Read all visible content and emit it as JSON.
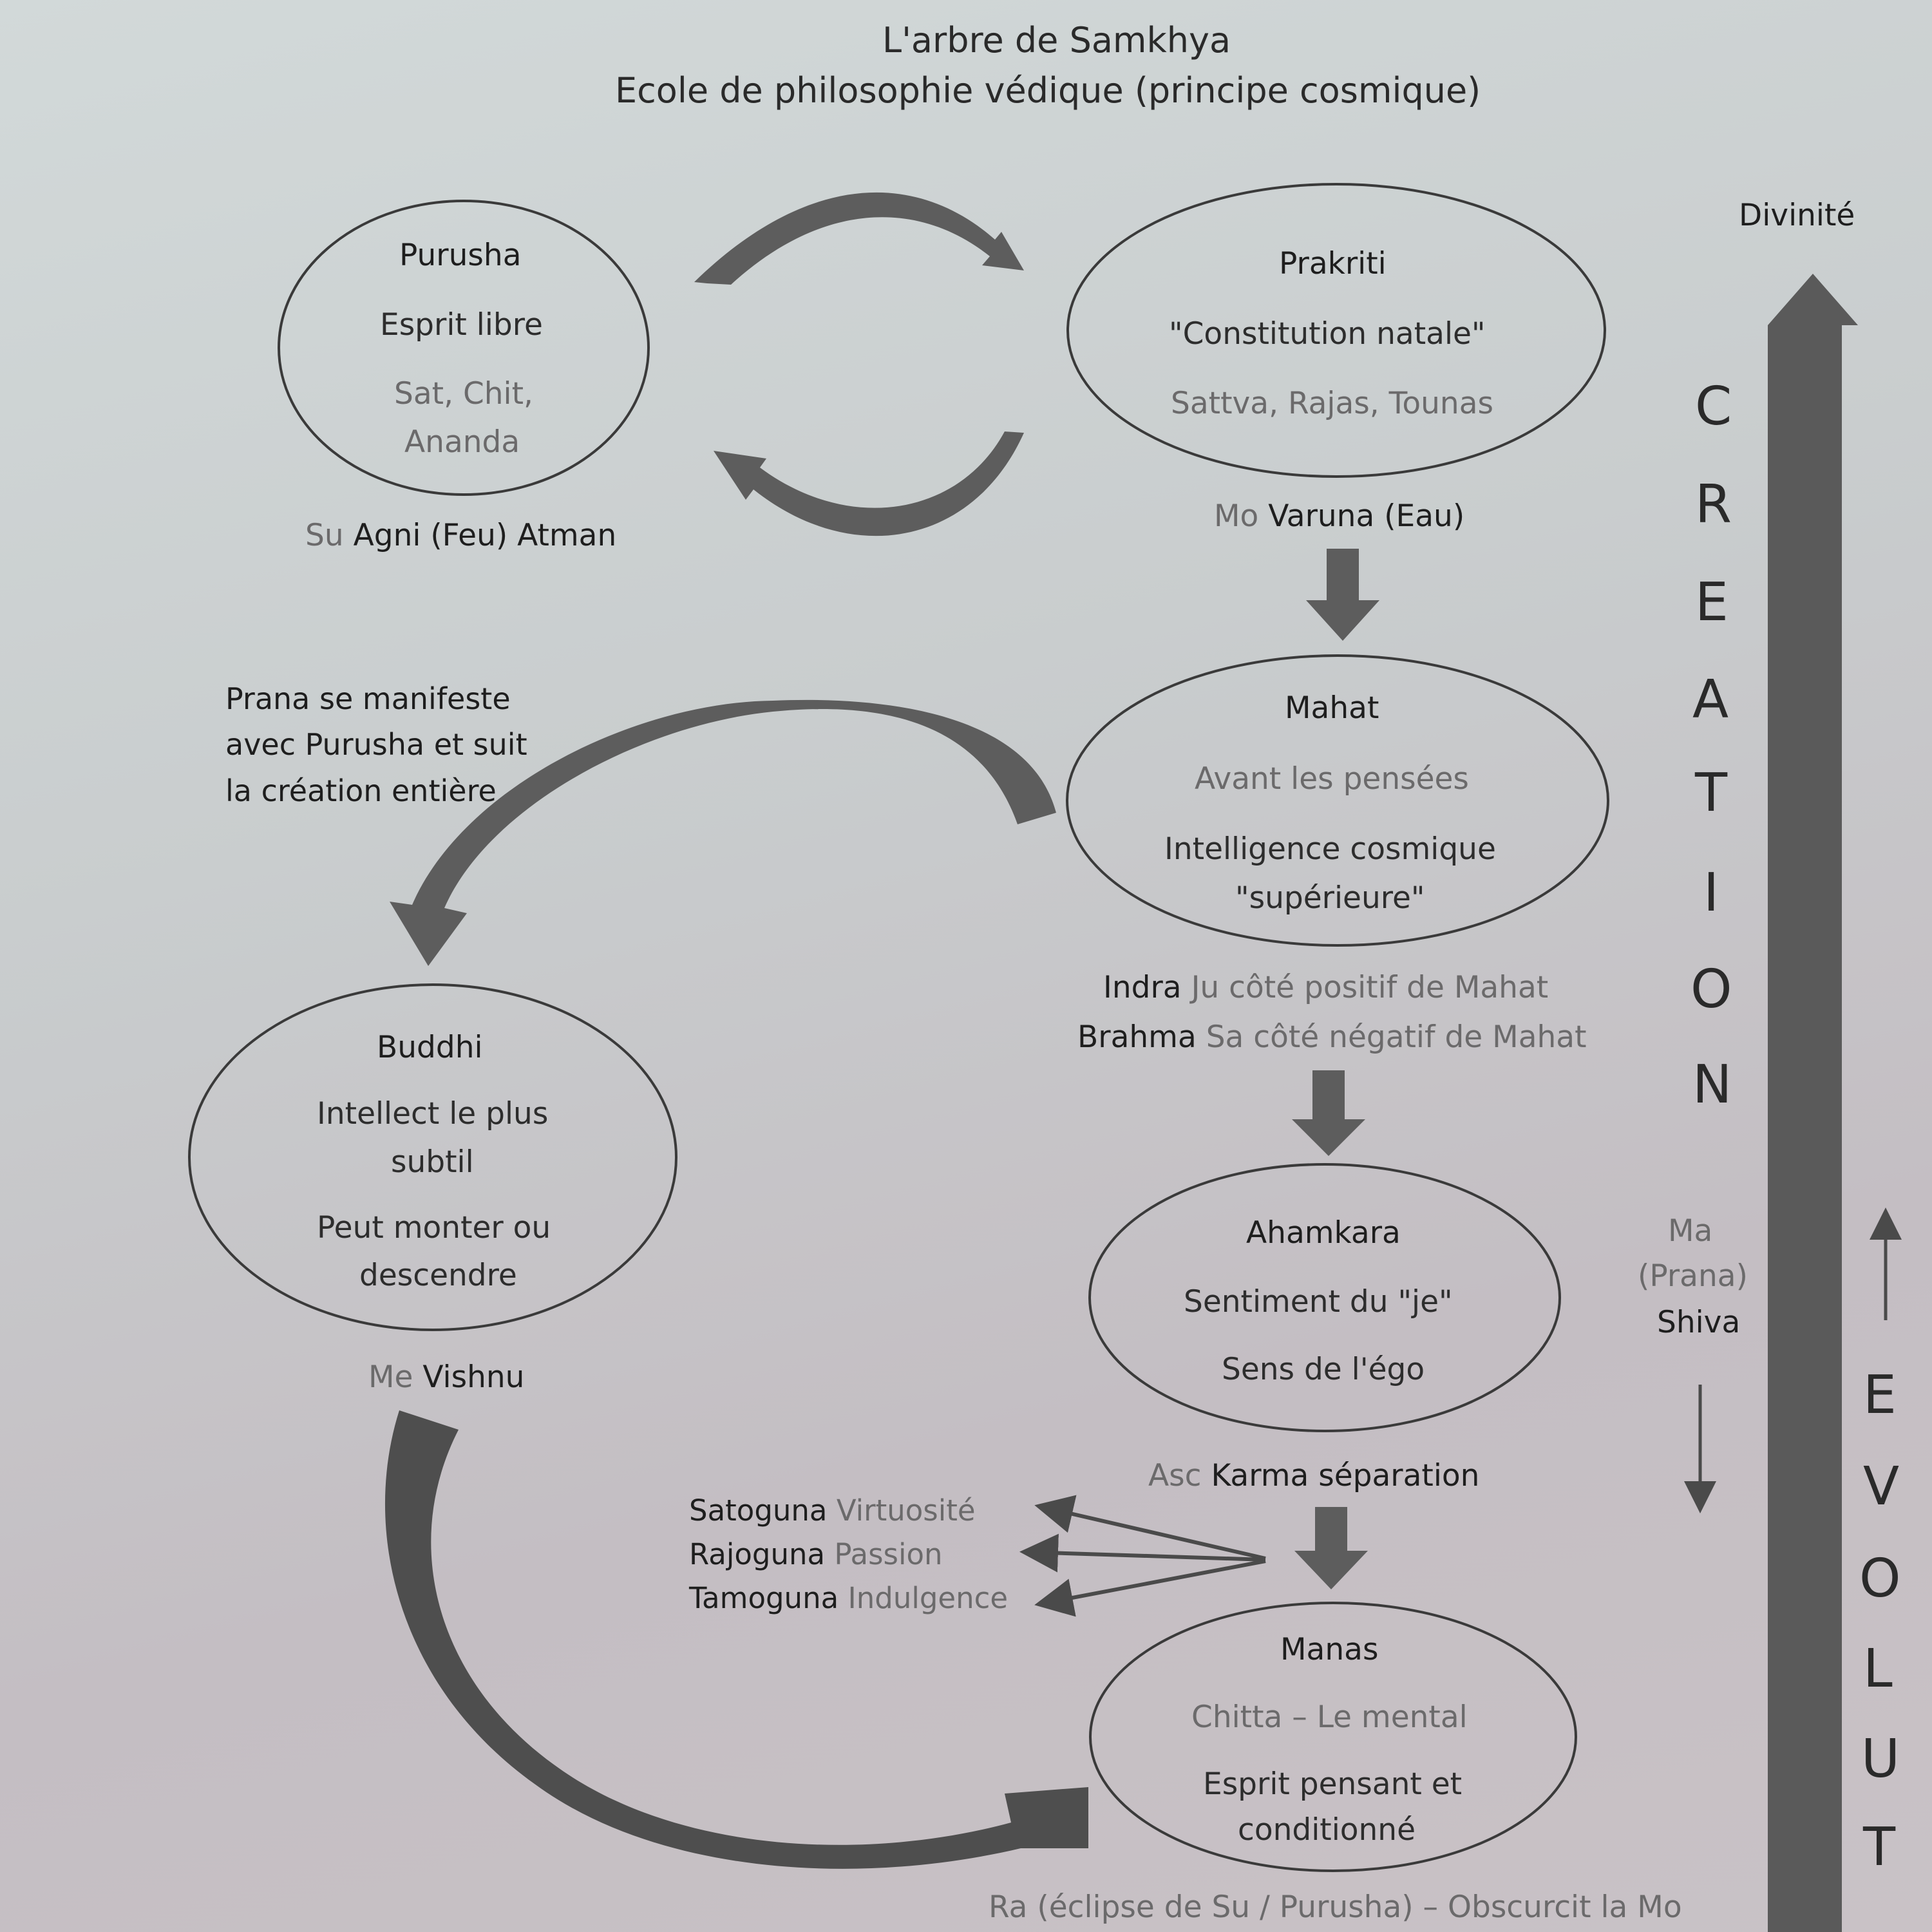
{
  "title": {
    "line1": "L'arbre de Samkhya",
    "line2": "Ecole de philosophie védique (principe cosmique)"
  },
  "nodes": {
    "purusha": {
      "name": "Purusha",
      "line1": "Esprit libre",
      "line2a": "Sat, Chit,",
      "line2b": "Ananda"
    },
    "prakriti": {
      "name": "Prakriti",
      "line1": "\"Constitution natale\"",
      "line2": "Sattva, Rajas, Tounas"
    },
    "mahat": {
      "name": "Mahat",
      "line1": "Avant les pensées",
      "line2a": "Intelligence cosmique",
      "line2b": "\"supérieure\""
    },
    "buddhi": {
      "name": "Buddhi",
      "line1a": "Intellect le plus",
      "line1b": "subtil",
      "line2a": "Peut monter ou",
      "line2b": "descendre"
    },
    "ahamkara": {
      "name": "Ahamkara",
      "line1": "Sentiment du \"je\"",
      "line2": "Sens de l'égo"
    },
    "manas": {
      "name": "Manas",
      "line1": "Chitta – Le mental",
      "line2a": "Esprit pensant et",
      "line2b": "conditionné"
    }
  },
  "labels": {
    "purusha": {
      "planet": "Su",
      "text": "Agni (Feu) Atman"
    },
    "prakriti": {
      "planet": "Mo",
      "text": "Varuna (Eau)"
    },
    "mahat_1": {
      "deity": "Indra",
      "planet_text": "Ju côté positif de Mahat"
    },
    "mahat_2": {
      "deity": "Brahma",
      "planet_text": "Sa côté négatif de Mahat"
    },
    "buddhi": {
      "planet": "Me",
      "text": "Vishnu"
    },
    "ahamkara": {
      "planet": "Asc",
      "text": "Karma séparation"
    },
    "manas": {
      "text": "Ra (éclipse de Su / Purusha) – Obscurcit la Mo"
    },
    "prana": {
      "planet": "Ma",
      "sub": "(Prana)",
      "deity": "Shiva"
    }
  },
  "prana_note": "Prana se manifeste avec Purusha et suit la création entière",
  "gunas": [
    {
      "name": "Satoguna",
      "quality": "Virtuosité"
    },
    {
      "name": "Rajoguna",
      "quality": "Passion"
    },
    {
      "name": "Tamoguna",
      "quality": "Indulgence"
    }
  ],
  "side": {
    "divinity": "Divinité",
    "creation_letters": [
      "C",
      "R",
      "E",
      "A",
      "T",
      "I",
      "O",
      "N"
    ],
    "evolution_letters": [
      "E",
      "V",
      "O",
      "L",
      "U",
      "T"
    ]
  },
  "colors": {
    "arrow": "#5d5d5d",
    "ellipse_stroke": "#3a3a3a",
    "faded_text": "#6b6a6b"
  }
}
